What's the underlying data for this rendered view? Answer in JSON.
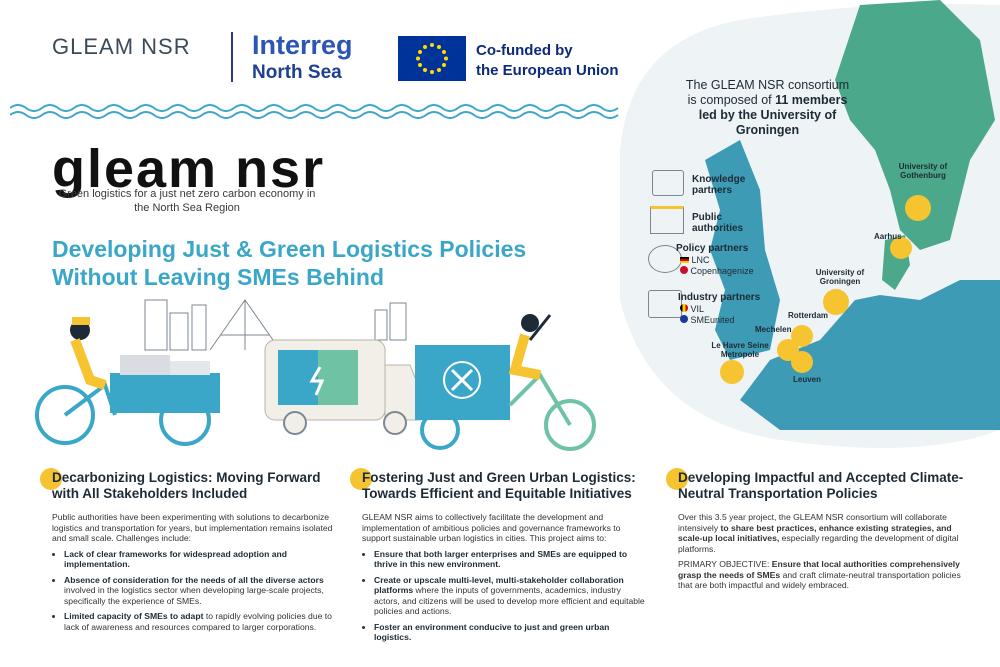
{
  "header": {
    "project": "GLEAM NSR",
    "interreg_line1": "Interreg",
    "interreg_line2": "North Sea",
    "cofund_line1": "Co-funded by",
    "cofund_line2": "the European Union"
  },
  "logo": {
    "wordmark": "gleam nsr",
    "tagline": "Green logistics for a just net zero carbon economy in the North Sea Region"
  },
  "headline": "Developing Just & Green Logistics Policies Without Leaving SMEs Behind",
  "map": {
    "consortium_pre": "The GLEAM NSR consortium is composed of ",
    "consortium_bold": "11 members led by the University of Groningen",
    "legend": [
      {
        "title": "Knowledge partners",
        "items": []
      },
      {
        "title": "Public authorities",
        "items": []
      },
      {
        "title": "Policy partners",
        "items": [
          "LNC",
          "Copenhagenize"
        ]
      },
      {
        "title": "Industry partners",
        "items": [
          "VIL",
          "SMEunited"
        ]
      }
    ],
    "cities": {
      "gothenburg": "University of Gothenburg",
      "aarhus": "Aarhus",
      "groningen": "University of Groningen",
      "rotterdam": "Rotterdam",
      "mechelen": "Mechelen",
      "lehavre": "Le Havre Seine Metropole",
      "leuven": "Leuven"
    }
  },
  "columns": [
    {
      "title": "Decarbonizing Logistics: Moving Forward with All Stakeholders Included",
      "intro": "Public authorities have been experimenting with solutions to decarbonize logistics and transportation for years, but implementation remains isolated and small scale. Challenges include:",
      "bullets": [
        {
          "bold": "Lack of clear frameworks for widespread adoption and implementation.",
          "rest": ""
        },
        {
          "bold": "Absence of consideration for the needs of all the diverse actors",
          "rest": " involved in the logistics sector when developing large-scale projects, specifically the experience of SMEs."
        },
        {
          "bold": "Limited capacity of SMEs to adapt",
          "rest": " to rapidly evolving policies due to lack of awareness and resources compared to larger corporations."
        }
      ]
    },
    {
      "title": "Fostering Just and Green Urban Logistics: Towards Efficient and Equitable Initiatives",
      "intro": "GLEAM NSR aims to collectively facilitate the development and implementation of ambitious policies and governance frameworks to support sustainable urban logistics in cities. This project aims to:",
      "bullets": [
        {
          "bold": "Ensure that both larger enterprises and SMEs are equipped to thrive in this new environment.",
          "rest": ""
        },
        {
          "bold": "Create or upscale multi-level, multi-stakeholder collaboration platforms",
          "rest": " where the inputs of governments, academics, industry actors, and citizens will be used to develop more efficient and equitable policies and actions."
        },
        {
          "bold": "Foster an environment conducive to just and green urban logistics.",
          "rest": ""
        }
      ]
    },
    {
      "title": "Developing Impactful and Accepted Climate-Neutral Transportation Policies",
      "p1_pre": "Over this 3.5 year project, the GLEAM NSR consortium will collaborate intensively ",
      "p1_bold": "to share best practices, enhance existing strategies, and scale-up local initiatives,",
      "p1_post": " especially regarding the development of digital platforms.",
      "p2_pre": "PRIMARY OBJECTIVE: ",
      "p2_bold": "Ensure that local authorities comprehensively grasp the needs of SMEs",
      "p2_post": " and craft climate-neutral transportation policies that are both impactful and widely embraced."
    }
  ]
}
